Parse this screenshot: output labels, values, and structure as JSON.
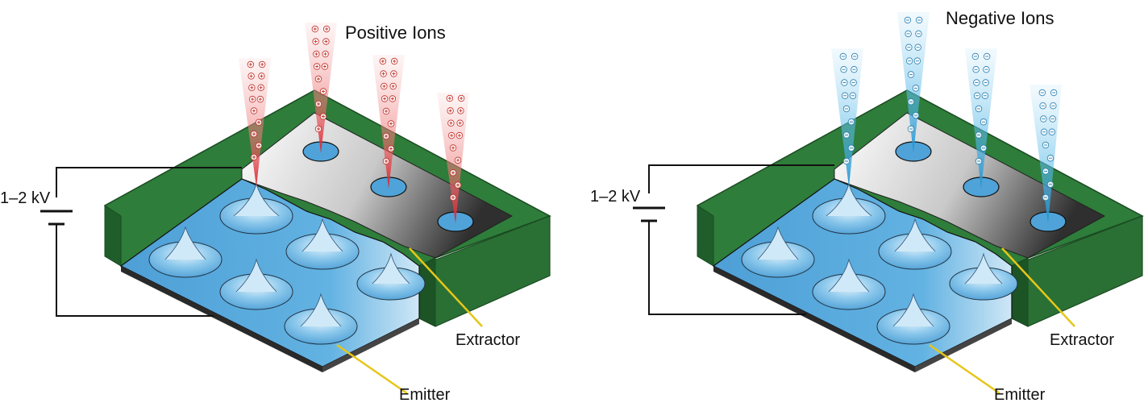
{
  "panels": [
    {
      "id": "positive",
      "title": "Positive Ions",
      "title_color": "#c0302a",
      "voltage_label": "1–2 kV",
      "extractor_label": "Extractor",
      "emitter_label": "Emitter",
      "ion_symbol": "⊕",
      "beam_color": "#e0303a",
      "ion_color": "#c0302a"
    },
    {
      "id": "negative",
      "title": "Negative Ions",
      "title_color": "#3a9ccc",
      "voltage_label": "1–2 kV",
      "extractor_label": "Extractor",
      "emitter_label": "Emitter",
      "ion_symbol": "⊖",
      "beam_color": "#2a9fd6",
      "ion_color": "#2a7fb0"
    }
  ],
  "colors": {
    "frame_top": "#2e7d3a",
    "frame_side": "#1f5e2a",
    "emitter": "#5aa9dc",
    "emitter_dark": "#3b88c0",
    "extractor_light": "#f2f2f2",
    "extractor_dark": "#3a3a3a",
    "leader": "#e6c619",
    "wire": "#111111"
  }
}
